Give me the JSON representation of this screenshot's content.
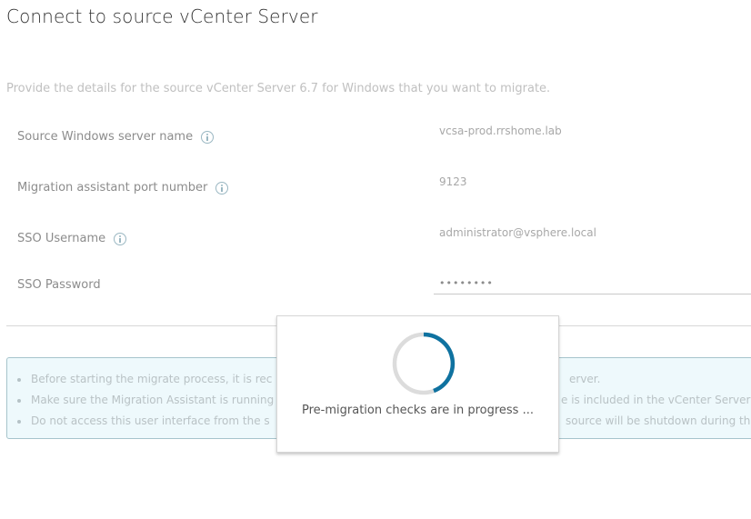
{
  "page": {
    "title": "Connect to source vCenter Server",
    "subtitle": "Provide the details for the source vCenter Server 6.7 for Windows that you want to migrate."
  },
  "form": {
    "fields": [
      {
        "label": "Source Windows server name",
        "value": "vcsa-prod.rrshome.lab",
        "has_info_icon": true,
        "icon": "info-icon"
      },
      {
        "label": "Migration assistant port number",
        "value": "9123",
        "has_info_icon": true,
        "icon": "info-icon"
      },
      {
        "label": "SSO Username",
        "value": "administrator@vsphere.local",
        "has_info_icon": true,
        "icon": "info-icon"
      },
      {
        "label": "SSO Password",
        "value": "••••••••",
        "has_info_icon": false
      }
    ]
  },
  "info_box": {
    "items": [
      {
        "visible_start": "Before starting the migrate process, it is rec",
        "visible_end": "erver."
      },
      {
        "visible_start": "Make sure the Migration Assistant is running",
        "visible_end": "e is included in the vCenter Server"
      },
      {
        "visible_start": "Do not access this user interface from the s",
        "visible_end": "source will be shutdown during th"
      }
    ]
  },
  "modal": {
    "message": "Pre-migration checks are in progress ...",
    "spinner_icon": "loading-spinner"
  },
  "colors": {
    "accent": "#0f72a0",
    "spinner_track": "#dcdcdc",
    "info_background": "#eef9fc",
    "info_border": "#a6c4cc"
  }
}
